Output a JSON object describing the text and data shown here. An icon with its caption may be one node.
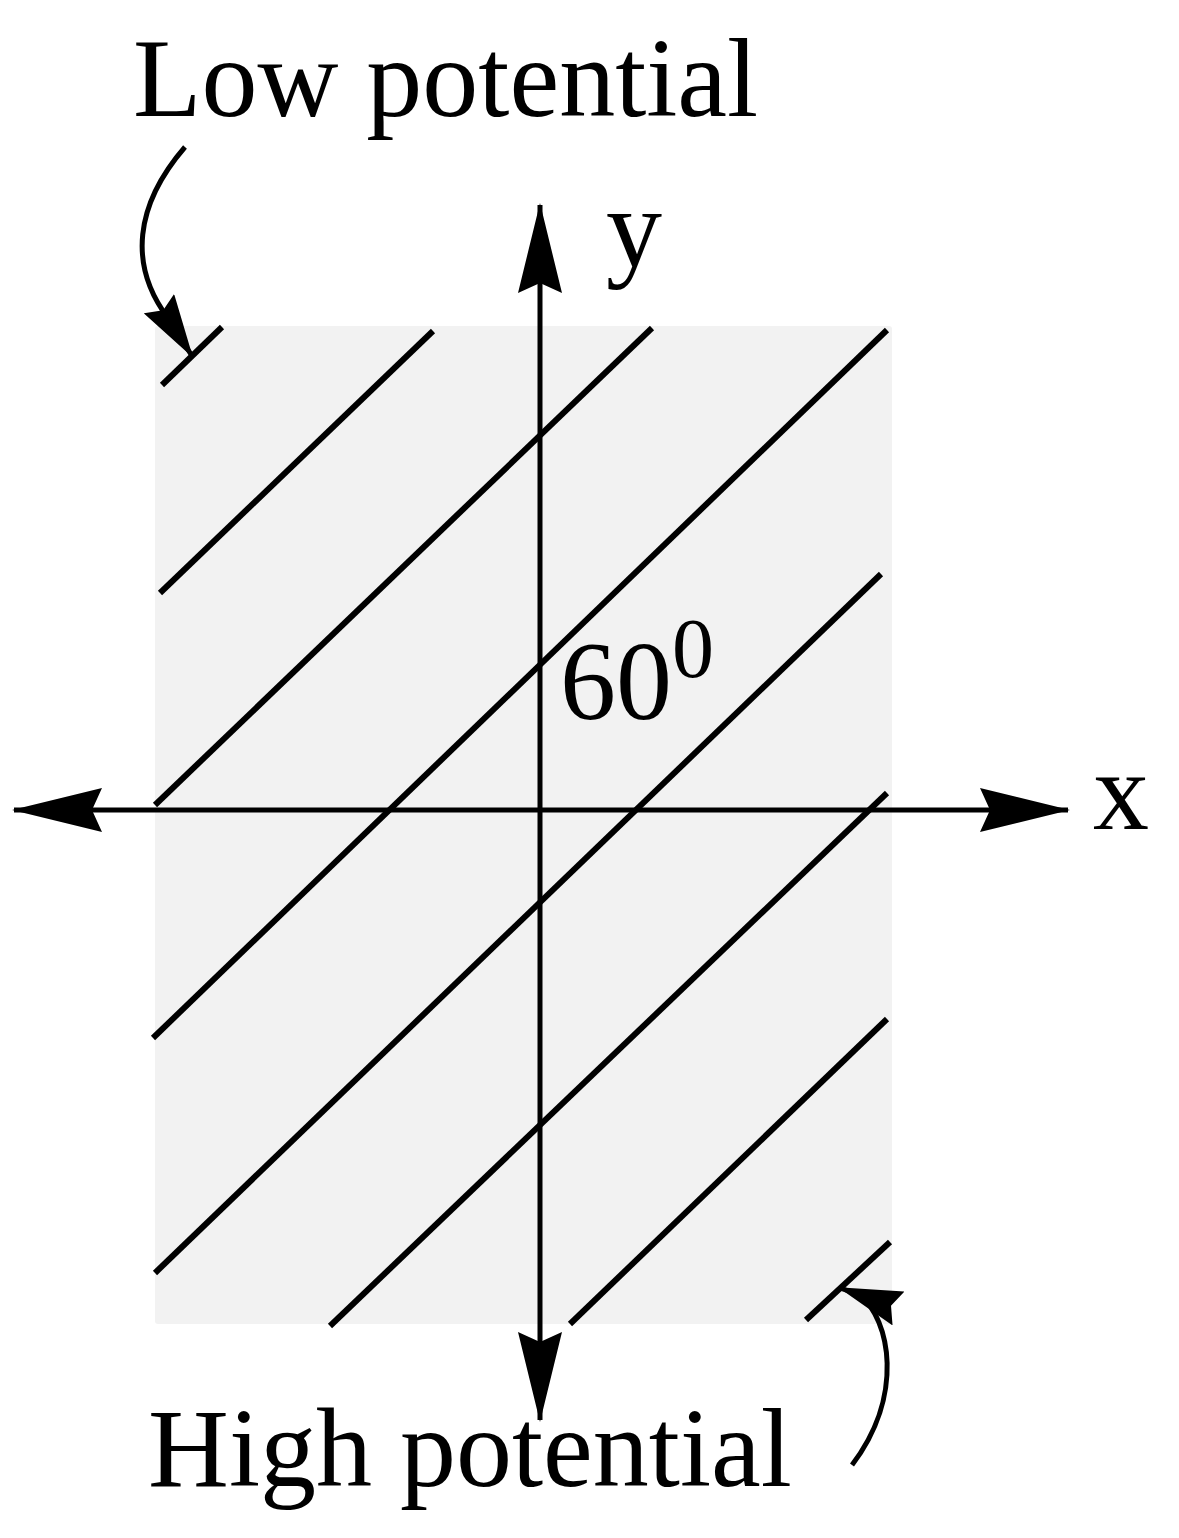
{
  "diagram": {
    "nodes": [
      {
        "text": [
          "Low potential"
        ]
      },
      {
        "text": [],
        "shape": "bar"
      },
      {
        "text": [
          "High potential"
        ]
      },
      {
        "text": [],
        "shape": "bar"
      }
    ],
    "edges": [
      {
        "from": 0,
        "to": 1,
        "arrow": "to"
      },
      {
        "from": 2,
        "to": 3,
        "arrow": "to"
      }
    ],
    "labels": [
      "y",
      "x",
      "60$^{0}$"
    ]
  }
}
